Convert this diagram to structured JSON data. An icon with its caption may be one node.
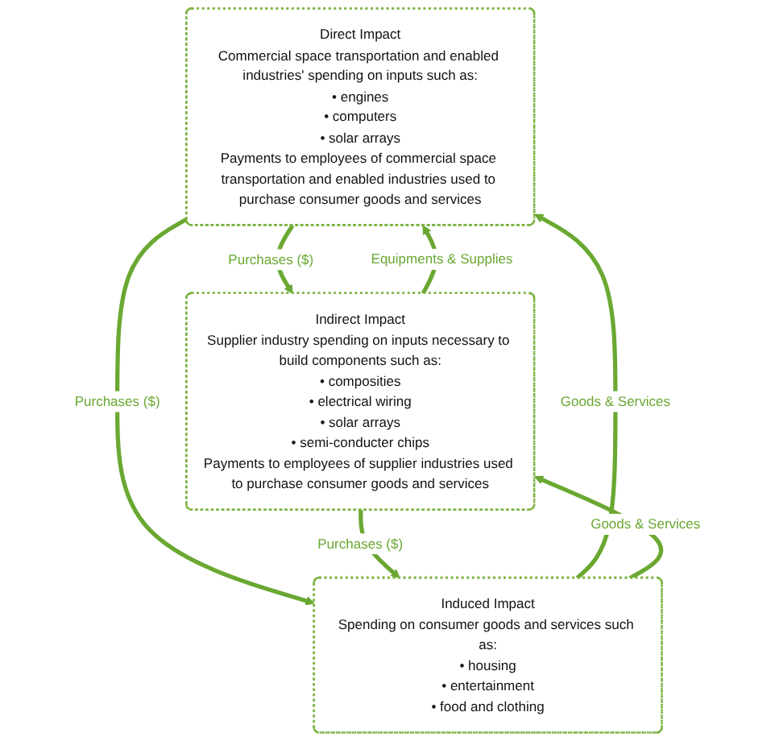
{
  "diagram": {
    "nodes": [
      {
        "text": [
          "Direct Impact",
          "Commercial space transportation and enabled industries' spending on inputs such as:",
          "• engines",
          "• computers",
          "• solar arrays",
          "Payments to employees of commercial space transportation and enabled industries used to purchase consumer goods and services"
        ]
      },
      {
        "text": [
          "Indirect Impact",
          "Supplier industry spending on inputs necessary to build components such as:",
          "• composities",
          "• electrical wiring",
          "• solar arrays",
          "• semi-conducter chips",
          "Payments to employees of supplier industries used to purchase consumer goods and services"
        ]
      },
      {
        "text": [
          "Induced Impact",
          "Spending on consumer goods and services such as:",
          "• housing",
          "• entertainment",
          "• food and clothing"
        ]
      }
    ],
    "edges": [
      {
        "from": 1,
        "to": 0,
        "arrow": "to",
        "label": "Equipments & Supplies"
      },
      {
        "from": 0,
        "to": 1,
        "arrow": "to",
        "label": "Purchases ($)"
      },
      {
        "from": 0,
        "to": 2,
        "arrow": "to",
        "label": "Purchases ($)"
      },
      {
        "from": 2,
        "to": 0,
        "arrow": "to",
        "label": "Goods & Services"
      },
      {
        "from": 1,
        "to": 2,
        "arrow": "to",
        "label": "Purchases ($)"
      },
      {
        "from": 2,
        "to": 1,
        "arrow": "to",
        "label": "Goods & Services"
      }
    ]
  }
}
